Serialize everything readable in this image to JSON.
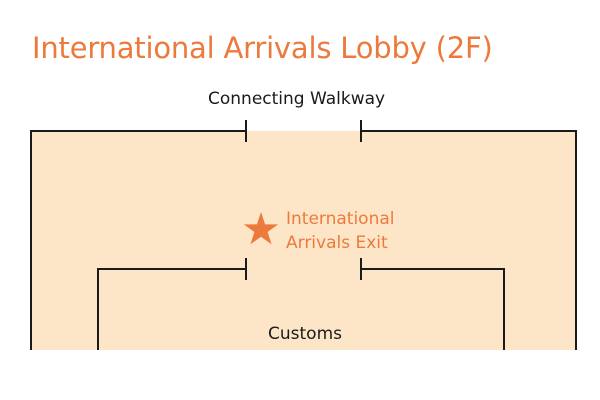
{
  "title": "International Arrivals Lobby (2F)",
  "areas": {
    "connecting_walkway": "Connecting Walkway",
    "customs": "Customs",
    "exit_line1": "International",
    "exit_line2": "Arrivals Exit"
  },
  "icons": {
    "exit_marker": "star-icon"
  },
  "colors": {
    "accent": "#ec7a3c",
    "lobby_fill": "#fde6c8",
    "wall": "#1a1a1a",
    "text_dark": "#1a1a1a"
  }
}
